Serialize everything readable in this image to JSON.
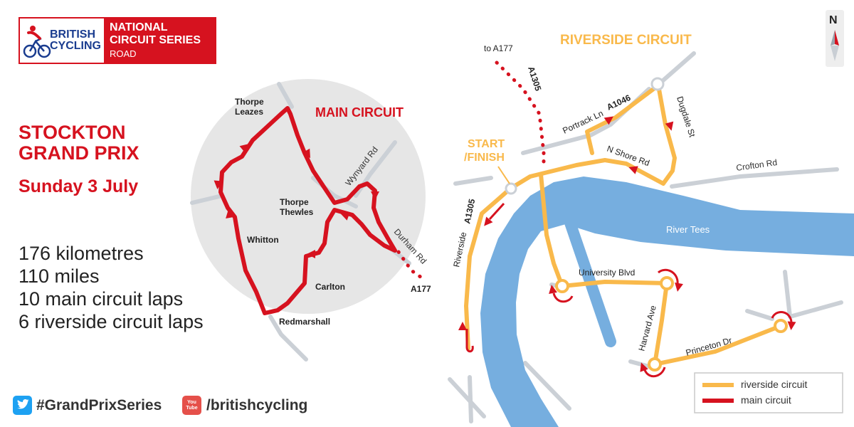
{
  "logo": {
    "brand_line1": "BRITISH",
    "brand_line2": "CYCLING",
    "series_line1": "NATIONAL",
    "series_line2": "CIRCUIT SERIES",
    "series_line3": "ROAD"
  },
  "event": {
    "title_line1": "STOCKTON",
    "title_line2": "GRAND PRIX",
    "date": "Sunday 3 July"
  },
  "stats": [
    "176 kilometres",
    "110 miles",
    "10 main circuit laps",
    "6 riverside circuit laps"
  ],
  "social": {
    "twitter_icon": "twitter-bird-icon",
    "hashtag": "#GrandPrixSeries",
    "youtube_icon": "youtube-icon",
    "youtube_icon_text": "You Tube",
    "channel": "/britishcycling"
  },
  "main_circuit": {
    "title": "MAIN CIRCUIT",
    "places": {
      "thorpe_leazes_1": "Thorpe",
      "thorpe_leazes_2": "Leazes",
      "thorpe_thewles_1": "Thorpe",
      "thorpe_thewles_2": "Thewles",
      "whitton": "Whitton",
      "carlton": "Carlton",
      "redmarshall": "Redmarshall"
    },
    "roads": {
      "wynyard": "Wynyard Rd",
      "durham": "Durham Rd",
      "a177": "A177"
    }
  },
  "riverside_circuit": {
    "title": "RIVERSIDE CIRCUIT",
    "start_1": "START",
    "start_2": "/FINISH",
    "roads": {
      "to_a177": "to A177",
      "a1305": "A1305",
      "portrack": "Portrack Ln",
      "a1046": "A1046",
      "dugdale": "Dugdale St",
      "n_shore": "N Shore Rd",
      "crofton": "Crofton Rd",
      "river": "River Tees",
      "riverside": "Riverside",
      "riverside_a1305": "A1305",
      "university": "University Blvd",
      "harvard": "Harvard Ave",
      "princeton": "Princeton Dr"
    }
  },
  "compass": {
    "label": "N"
  },
  "legend": {
    "riverside": "riverside circuit",
    "main": "main circuit"
  },
  "colors": {
    "red": "#d6121f",
    "orange": "#f9b94b",
    "river": "#76aedf",
    "road": "#cbd0d6",
    "circle": "#e6e6e6",
    "twitter": "#1da1f2"
  }
}
